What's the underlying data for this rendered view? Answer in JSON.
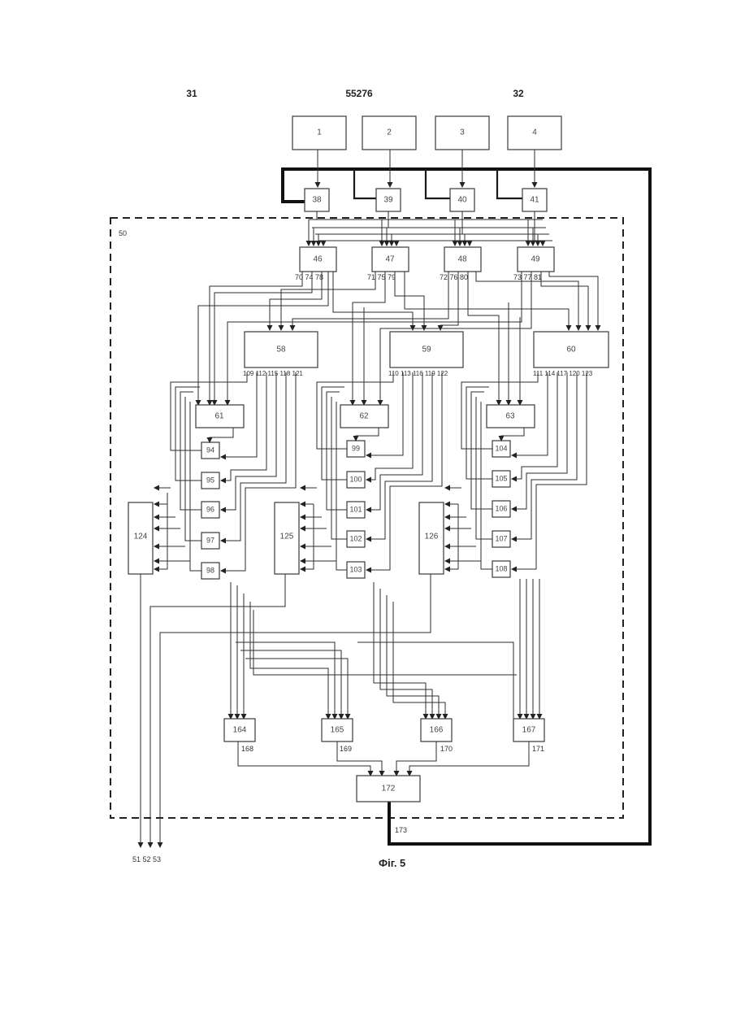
{
  "header": {
    "left": "31",
    "center": "55276",
    "right": "32"
  },
  "caption": "Фіг. 5",
  "frame_label": "50",
  "blocks": {
    "b1": "1",
    "b2": "2",
    "b3": "3",
    "b4": "4",
    "b38": "38",
    "b39": "39",
    "b40": "40",
    "b41": "41",
    "b46": "46",
    "b47": "47",
    "b48": "48",
    "b49": "49",
    "b58": "58",
    "b59": "59",
    "b60": "60",
    "b61": "61",
    "b62": "62",
    "b63": "63",
    "b94": "94",
    "b95": "95",
    "b96": "96",
    "b97": "97",
    "b98": "98",
    "b99": "99",
    "b100": "100",
    "b101": "101",
    "b102": "102",
    "b103": "103",
    "b104": "104",
    "b105": "105",
    "b106": "106",
    "b107": "107",
    "b108": "108",
    "b124": "124",
    "b125": "125",
    "b126": "126",
    "b164": "164",
    "b165": "165",
    "b166": "166",
    "b167": "167",
    "b172": "172"
  },
  "ports": {
    "p46": "70 74 78",
    "p47": "71 75 79",
    "p48": "72 76 80",
    "p49": "73 77 81",
    "p58": "109 112 115 118 121",
    "p59": "110 113 116 119 122",
    "p60": "111 114 117 120 123",
    "p168": "168",
    "p169": "169",
    "p170": "170",
    "p171": "171",
    "p173": "173",
    "out": "51 52 53"
  }
}
